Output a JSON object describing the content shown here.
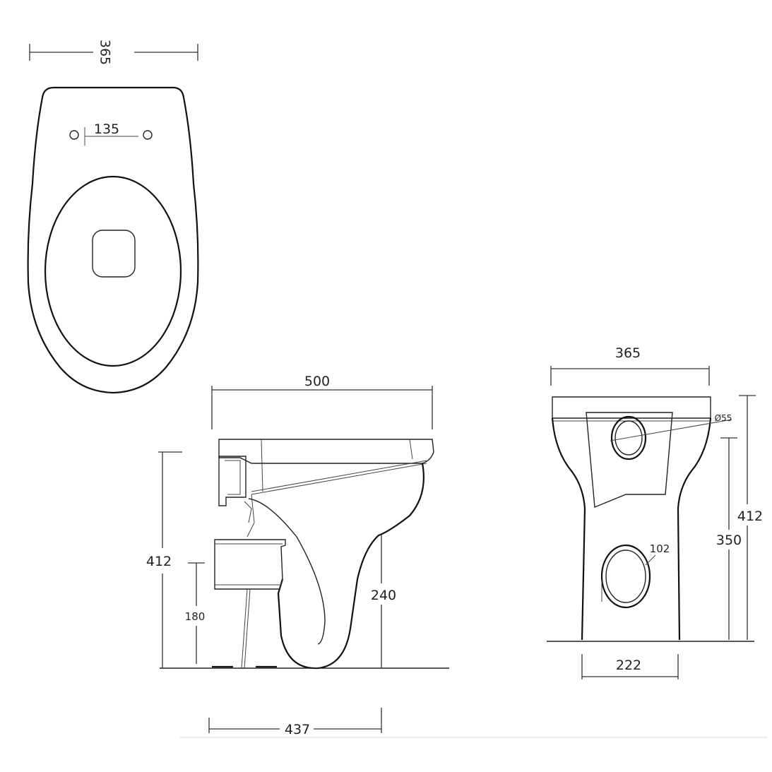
{
  "top_view": {
    "overall_width": "365",
    "hole_spacing": "135"
  },
  "side_view": {
    "overall_length": "500",
    "overall_height": "412",
    "outlet_height": "180",
    "foot_height": "240",
    "base_length": "437"
  },
  "front_view": {
    "overall_width": "365",
    "overall_height": "412",
    "inlet_height": "350",
    "inlet_diameter": "Ø55",
    "outlet_diameter": "102",
    "base_width": "222"
  }
}
